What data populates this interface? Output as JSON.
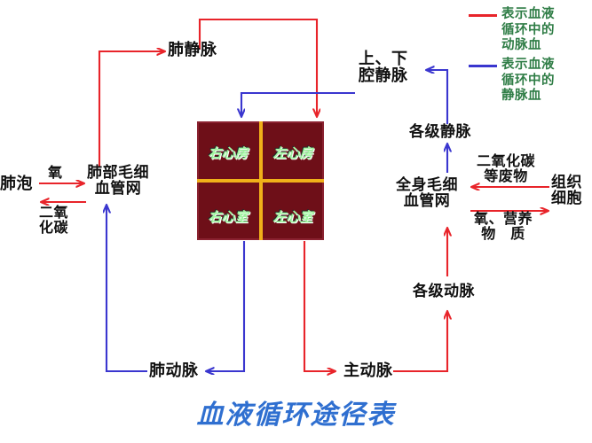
{
  "diagram": {
    "title": "血液循环途径表",
    "colors": {
      "artery": "#e8242a",
      "vein": "#3a36cf",
      "heart_fill": "#6e0f18",
      "heart_divider": "#f0b019",
      "chamber_text": "#9ff59f",
      "legend_text": "#2f7d46",
      "title_text": "#2f6fd0",
      "node_text": "#111111",
      "background": "#ffffff"
    }
  },
  "legend": {
    "items": [
      {
        "color": "#e8242a",
        "label": "表示血液\n循环中的\n动脉血"
      },
      {
        "color": "#3a36cf",
        "label": "表示血液\n循环中的\n静脉血"
      }
    ]
  },
  "heart": {
    "chambers": {
      "right_atrium": "右心房",
      "left_atrium": "左心房",
      "right_ventricle": "右心室",
      "left_ventricle": "左心室"
    }
  },
  "nodes": {
    "pulmonary_vein": "肺静脉",
    "vena_cava": "上、下\n腔静脉",
    "alveoli": "肺泡",
    "lung_capillaries": "肺部毛细\n血管网",
    "oxygen_in": "氧",
    "carbon_dioxide_out": "二氧\n化碳",
    "veins_all_levels": "各级静脉",
    "body_capillaries": "全身毛细\n血管网",
    "tissue_cells": "组织\n细胞",
    "waste_co2": "二氧化碳\n等废物",
    "oxygen_nutrients": "氧、营养\n物　质",
    "arteries_all_levels": "各级动脉",
    "pulmonary_artery": "肺动脉",
    "aorta": "主动脉"
  }
}
